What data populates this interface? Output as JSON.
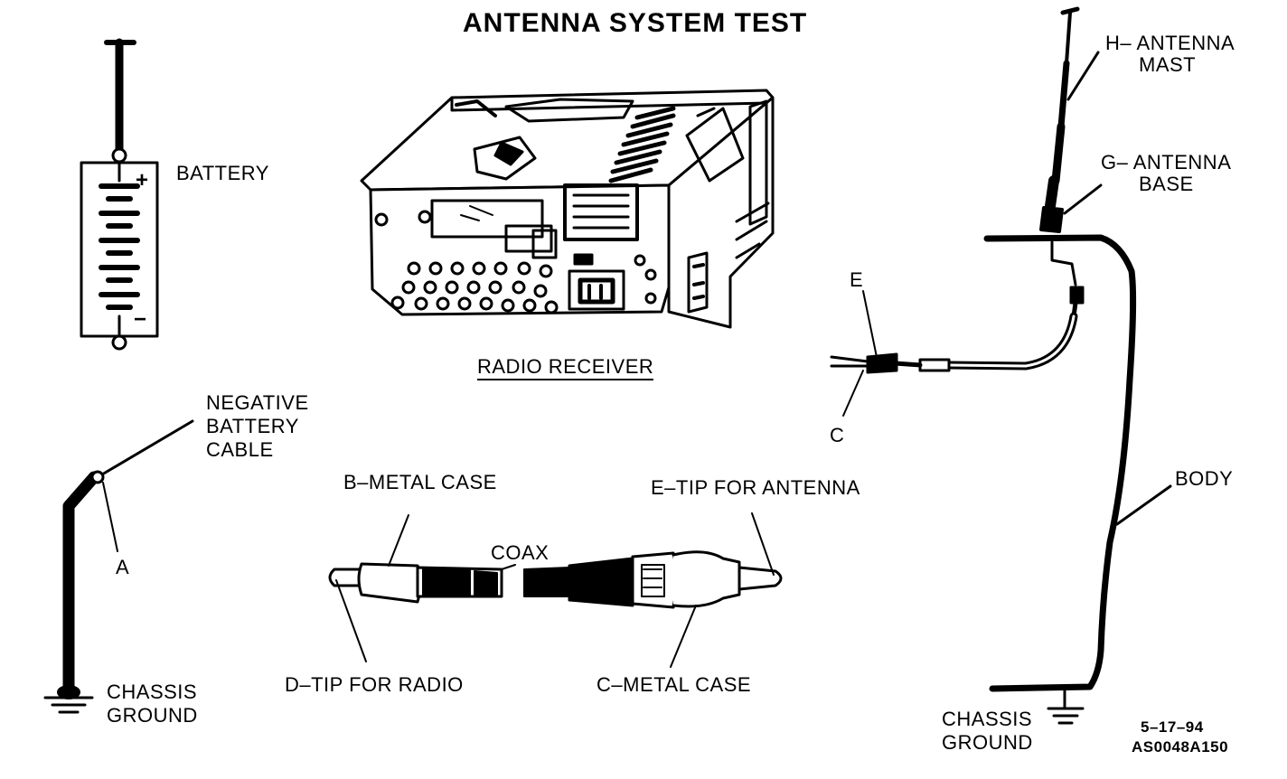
{
  "title": "ANTENNA SYSTEM TEST",
  "labels": {
    "battery": "BATTERY",
    "battery_plus": "+",
    "battery_minus": "−",
    "radio_receiver": "RADIO RECEIVER",
    "h_antenna_mast_1": "H– ANTENNA",
    "h_antenna_mast_2": "MAST",
    "g_antenna_base_1": "G– ANTENNA",
    "g_antenna_base_2": "BASE",
    "e": "E",
    "c": "C",
    "negative_battery_cable_1": "NEGATIVE",
    "negative_battery_cable_2": "BATTERY",
    "negative_battery_cable_3": "CABLE",
    "a": "A",
    "chassis_ground_left_1": "CHASSIS",
    "chassis_ground_left_2": "GROUND",
    "b_metal_case": "B–METAL CASE",
    "coax": "COAX",
    "e_tip_for_antenna": "E–TIP FOR ANTENNA",
    "d_tip_for_radio": "D–TIP FOR RADIO",
    "c_metal_case": "C–METAL CASE",
    "body": "BODY",
    "chassis_ground_right_1": "CHASSIS",
    "chassis_ground_right_2": "GROUND",
    "date_code": "5–17–94",
    "figure_code": "AS0048A150"
  },
  "colors": {
    "ink": "#000000",
    "paper": "#ffffff"
  }
}
